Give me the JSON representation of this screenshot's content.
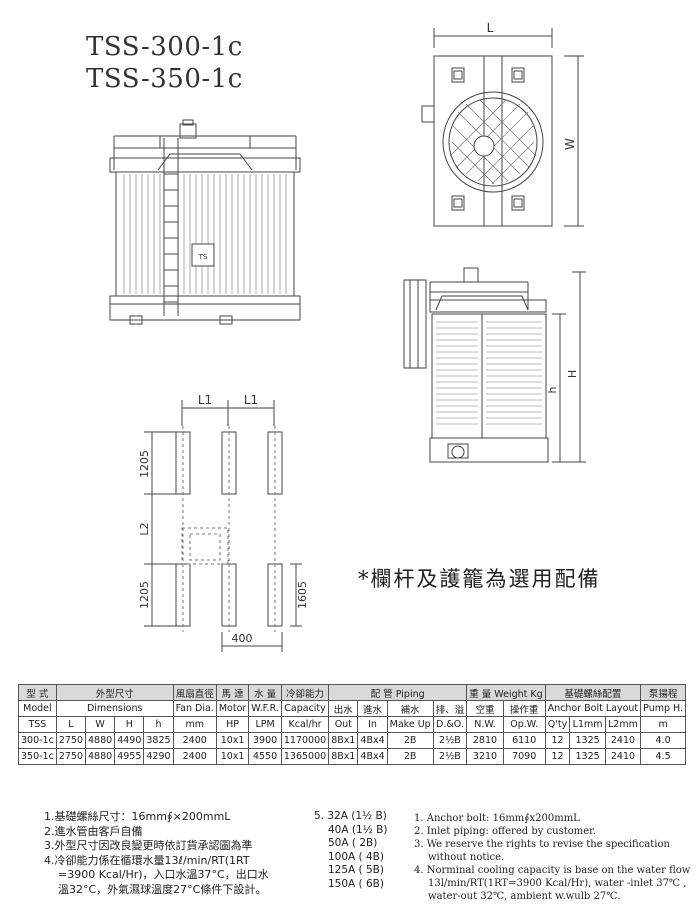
{
  "titles": [
    "TSS-300-1c",
    "TSS-350-1c"
  ],
  "optional_note": "*欄杆及護籠為選用配備",
  "drawing_labels": {
    "top_L": "L",
    "top_W": "W",
    "side_h": "h",
    "side_H": "H",
    "badge": "TS",
    "plan_L1_a": "L1",
    "plan_L1_b": "L1",
    "plan_1205_top": "1205",
    "plan_L2": "L2",
    "plan_1205_bottom": "1205",
    "plan_1605": "1605",
    "plan_400": "400"
  },
  "table": {
    "header_zh": [
      "型 式",
      "外型尺寸",
      "風扇直徑",
      "馬 達",
      "水 量",
      "冷卻能力",
      "配 管 Piping",
      "重 量 Weight Kg",
      "基礎螺絲配置",
      "泵揚程"
    ],
    "header_en": [
      "Model",
      "Dimensions",
      "Fan Dia.",
      "Motor",
      "W.F.R.",
      "Capacity",
      "出水",
      "進水",
      "補水",
      "排、溢",
      "空重",
      "操作重",
      "Anchor Bolt Layout",
      "Pump H."
    ],
    "header_units": [
      "TSS",
      "L",
      "W",
      "H",
      "h",
      "mm",
      "HP",
      "LPM",
      "Kcal/hr",
      "Out",
      "In",
      "Make Up",
      "D.&O.",
      "N.W.",
      "Op.W.",
      "Q'ty",
      "L1mm",
      "L2mm",
      "m"
    ],
    "rows": [
      [
        "300-1c",
        "2750",
        "4880",
        "4490",
        "3825",
        "2400",
        "10x1",
        "3900",
        "1170000",
        "8Bx1",
        "4Bx4",
        "2B",
        "2½B",
        "2810",
        "6110",
        "12",
        "1325",
        "2410",
        "4.0"
      ],
      [
        "350-1c",
        "2750",
        "4880",
        "4955",
        "4290",
        "2400",
        "10x1",
        "4550",
        "1365000",
        "8Bx1",
        "4Bx4",
        "2B",
        "2½B",
        "3210",
        "7090",
        "12",
        "1325",
        "2410",
        "4.5"
      ]
    ]
  },
  "notes_zh": [
    "1.基礎螺絲尺寸：16mm∮×200mmL",
    "2.進水管由客戶自備",
    "3.外型尺寸因改良變更時依訂貨承認圖為準",
    "4.冷卻能力係在循環水量13ℓ/min/RT(1RT",
    "=3900 Kcal/Hr)，入口水溫37°C，出口水",
    "溫32°C，外氣濕球溫度27°C條件下設計。"
  ],
  "pipe_list": [
    "5.  32A (1½ B)",
    "40A (1½ B)",
    "50A (  2B)",
    "100A (  4B)",
    "125A (  5B)",
    "150A (  6B)"
  ],
  "notes_en": [
    "1. Anchor bolt: 16mm∮x200mmL",
    "2. Inlet piping: offered by customer.",
    "3. We reserve the rights to revise the specification",
    "without notice.",
    "4. Norminal cooling capacity is base on the water flow",
    "13l/min/RT(1RT=3900 Kcal/Hr), water -inlet 37℃ ,",
    "water-out 32℃, ambient w.wulb 27℃."
  ]
}
